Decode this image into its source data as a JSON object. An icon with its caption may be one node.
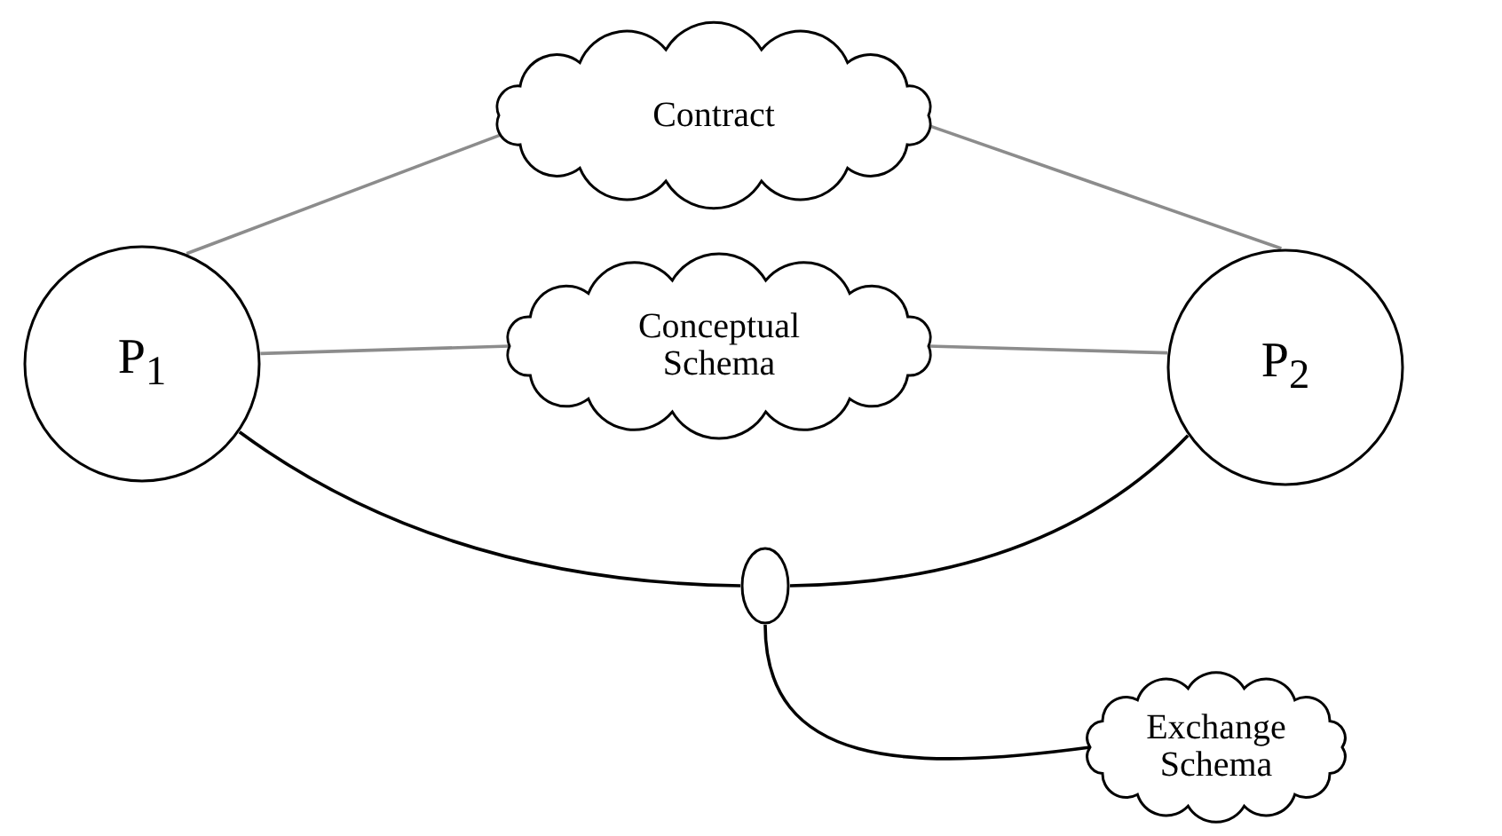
{
  "diagram": {
    "nodes": [
      {
        "text": [
          "P$_{1}$"
        ]
      },
      {
        "text": [
          "P$_{2}$"
        ]
      },
      {
        "text": [
          "Contract"
        ]
      },
      {
        "text": [
          "Conceptual Schema"
        ]
      },
      {
        "text": [
          "Exchange Schema"
        ]
      },
      {
        "text": [],
        "shape": "ellipse"
      }
    ],
    "edges": [
      {
        "from": 0,
        "to": 2,
        "arrow": "none",
        "color": "#8c8c8c"
      },
      {
        "from": 2,
        "to": 1,
        "arrow": "none",
        "color": "#8c8c8c"
      },
      {
        "from": 0,
        "to": 3,
        "arrow": "none",
        "color": "#8c8c8c"
      },
      {
        "from": 3,
        "to": 1,
        "arrow": "none",
        "color": "#8c8c8c"
      },
      {
        "from": 0,
        "to": 5,
        "arrow": "none",
        "color": "#000000"
      },
      {
        "from": 5,
        "to": 1,
        "arrow": "none",
        "color": "#000000"
      },
      {
        "from": 5,
        "to": 4,
        "arrow": "none",
        "color": "#000000"
      }
    ]
  }
}
